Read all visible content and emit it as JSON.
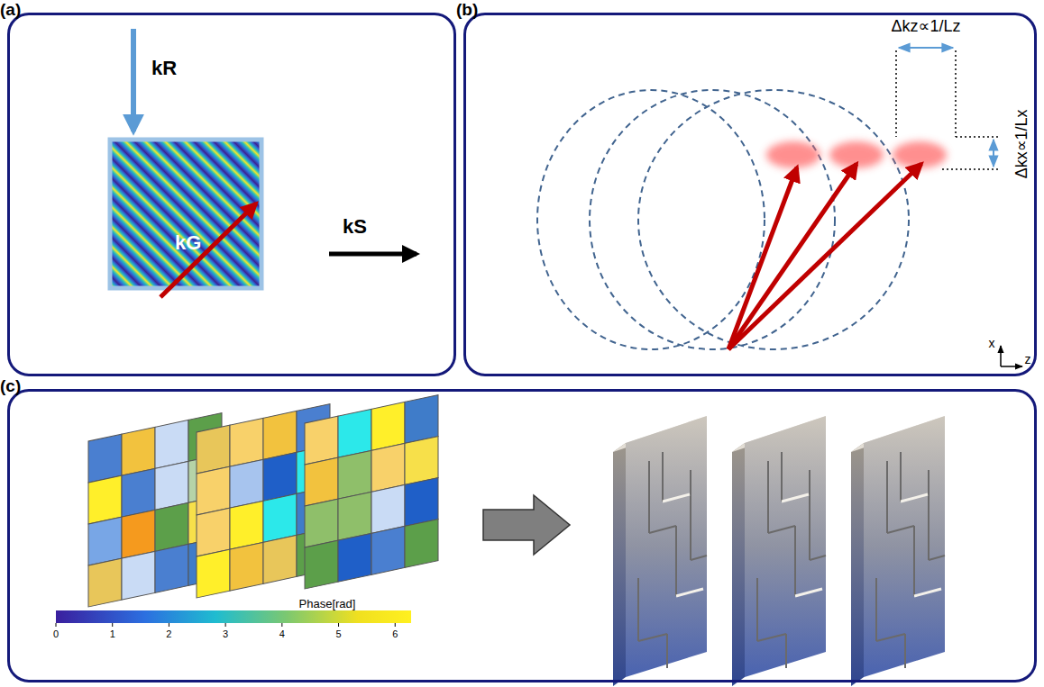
{
  "diagram": {
    "nodes": [
      {
        "text": [
          "(a)"
        ]
      },
      {
        "text": [
          "(b)"
        ]
      },
      {
        "text": [
          "(c)"
        ]
      }
    ],
    "labels": [
      "kR",
      "kG",
      "kS",
      "Δkz∝1/Lz",
      "Δkx∝1/Lx",
      "x",
      "z",
      "Phase[rad]",
      "0",
      "1",
      "2",
      "3",
      "4",
      "5",
      "6"
    ]
  }
}
